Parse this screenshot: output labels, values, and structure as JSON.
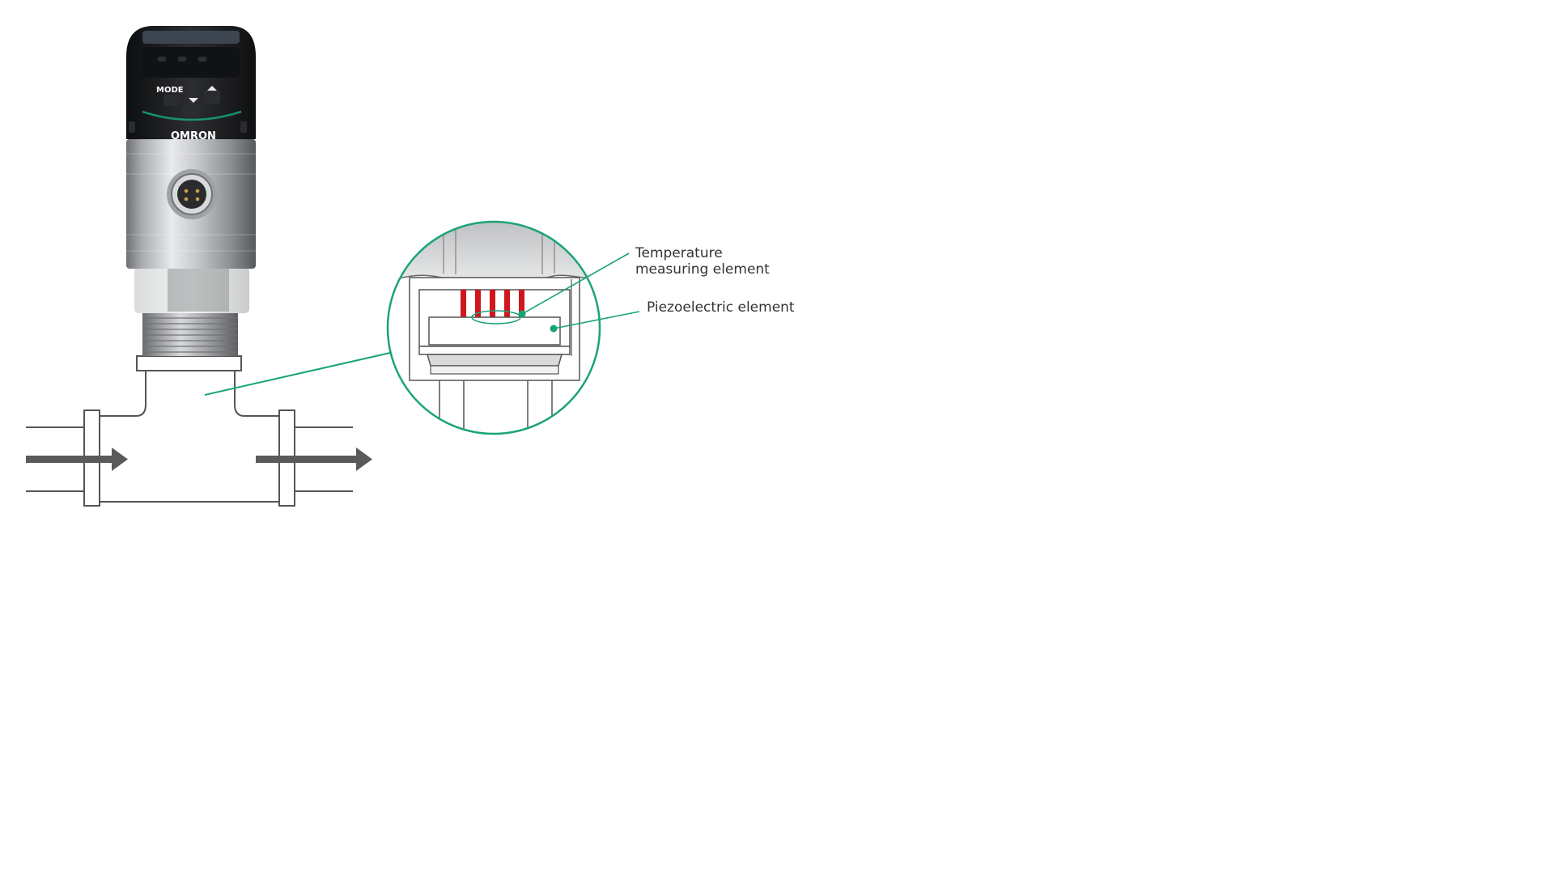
{
  "device": {
    "brand": "OMRON",
    "mode_button_label": "MODE"
  },
  "labels": {
    "temperature_line1": "Temperature",
    "temperature_line2": "measuring element",
    "piezoelectric": "Piezoelectric element"
  },
  "colors": {
    "accent_green": "#1aa37a",
    "element_red": "#d0161e",
    "arrow_gray": "#5a5a5a",
    "line_gray": "#555555",
    "device_black": "#1e1f21",
    "device_steel": "#c9cacc",
    "callout_text": "#333333"
  },
  "icons": {
    "flow_arrow_in": "arrow-right-icon",
    "flow_arrow_out": "arrow-right-icon",
    "up_button": "triangle-up-icon",
    "down_button": "triangle-down-icon"
  }
}
